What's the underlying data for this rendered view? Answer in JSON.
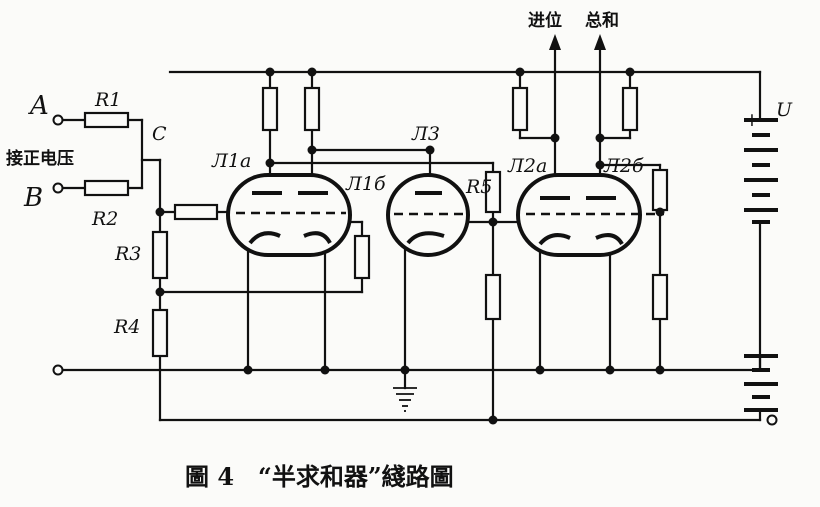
{
  "caption": "圖 4　“半求和器”綫路圖",
  "inputs": {
    "a": "A",
    "b": "B",
    "c": "C",
    "input_label": "接正电压"
  },
  "outputs": {
    "carry": "进位",
    "sum": "总和"
  },
  "resistors": {
    "r1": "R1",
    "r2": "R2",
    "r3": "R3",
    "r4": "R4",
    "r5": "R5"
  },
  "tubes": {
    "t1a": "Л1a",
    "t1b": "Л1б",
    "t3": "Л3",
    "t2a": "Л2a",
    "t2b": "Л2б"
  },
  "supply": {
    "voltage": "U",
    "plus": "+"
  }
}
